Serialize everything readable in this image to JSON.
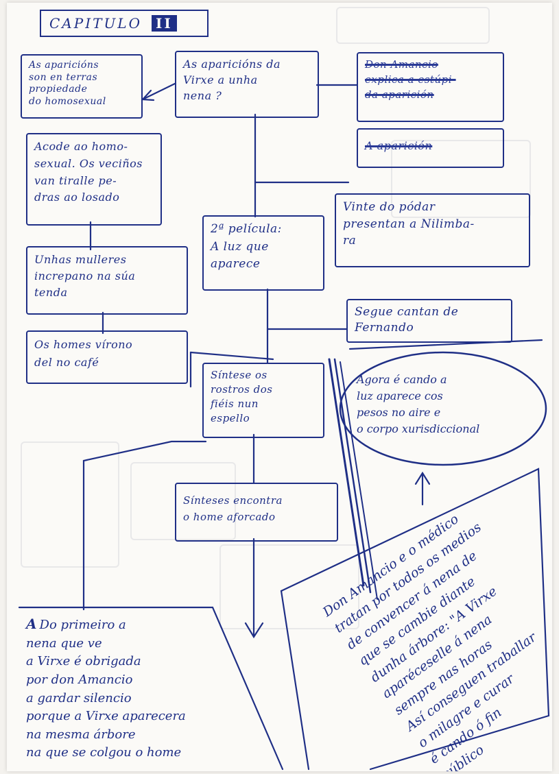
{
  "header": {
    "chapter_label": "CAPITULO",
    "chapter_number": "II"
  },
  "left_column": {
    "box1": [
      "As aparicións",
      "son en terras",
      "propiedade",
      "do homosexual"
    ],
    "box2": [
      "Acode ao homo-",
      "sexual. Os veciños",
      "van tiralle pe-",
      "dras ao losado"
    ],
    "box3": [
      "Unhas mulleres",
      "increpano na súa",
      "tenda"
    ],
    "box4": [
      "Os homes vírono",
      "del no café"
    ]
  },
  "center_column": {
    "box1": [
      "As aparicións da",
      "Virxe a unha",
      "nena ?"
    ],
    "box2": [
      "2ª película:",
      "A luz que",
      "aparece"
    ],
    "box3": [
      "Síntese os",
      "rostros dos",
      "fiéis nun",
      "espello"
    ],
    "box4": [
      "Sínteses encontra",
      "o home aforcado"
    ]
  },
  "right_column": {
    "struck1": [
      "Don Amancio",
      "explica a estúpi-",
      "da aparición"
    ],
    "struck2": [
      "A aparición"
    ],
    "box1": [
      "Vinte do pódar",
      "presentan a Nilimba-",
      "ra"
    ],
    "box2": [
      "Segue cantan de",
      "Fernando"
    ],
    "oval": [
      "Agora é cando a",
      "luz aparece cos",
      "pesos no aire e",
      "o corpo xurisdiccional"
    ]
  },
  "rotated_note": [
    "Don Amancio e o médico",
    "tratan por todos os medios",
    "de convencer á nena de",
    "que se cambie diante",
    "dunha árbore: \"A Virxe",
    "aparéceselle á nena",
    "sempre nas horas",
    "Así conseguen traballar",
    "o milagre e curar",
    "é cando ó fin",
    "público"
  ],
  "bottom_note": {
    "marker": "A",
    "lines": [
      "Do primeiro a",
      "nena que ve",
      "a Virxe é obrigada",
      "por don Amancio",
      "a gardar silencio",
      "porque a Virxe aparecera",
      "na mesma árbore",
      "na que se colgou o home"
    ]
  },
  "colors": {
    "ink": "#1f2f86",
    "paper": "#fbfaf7"
  }
}
